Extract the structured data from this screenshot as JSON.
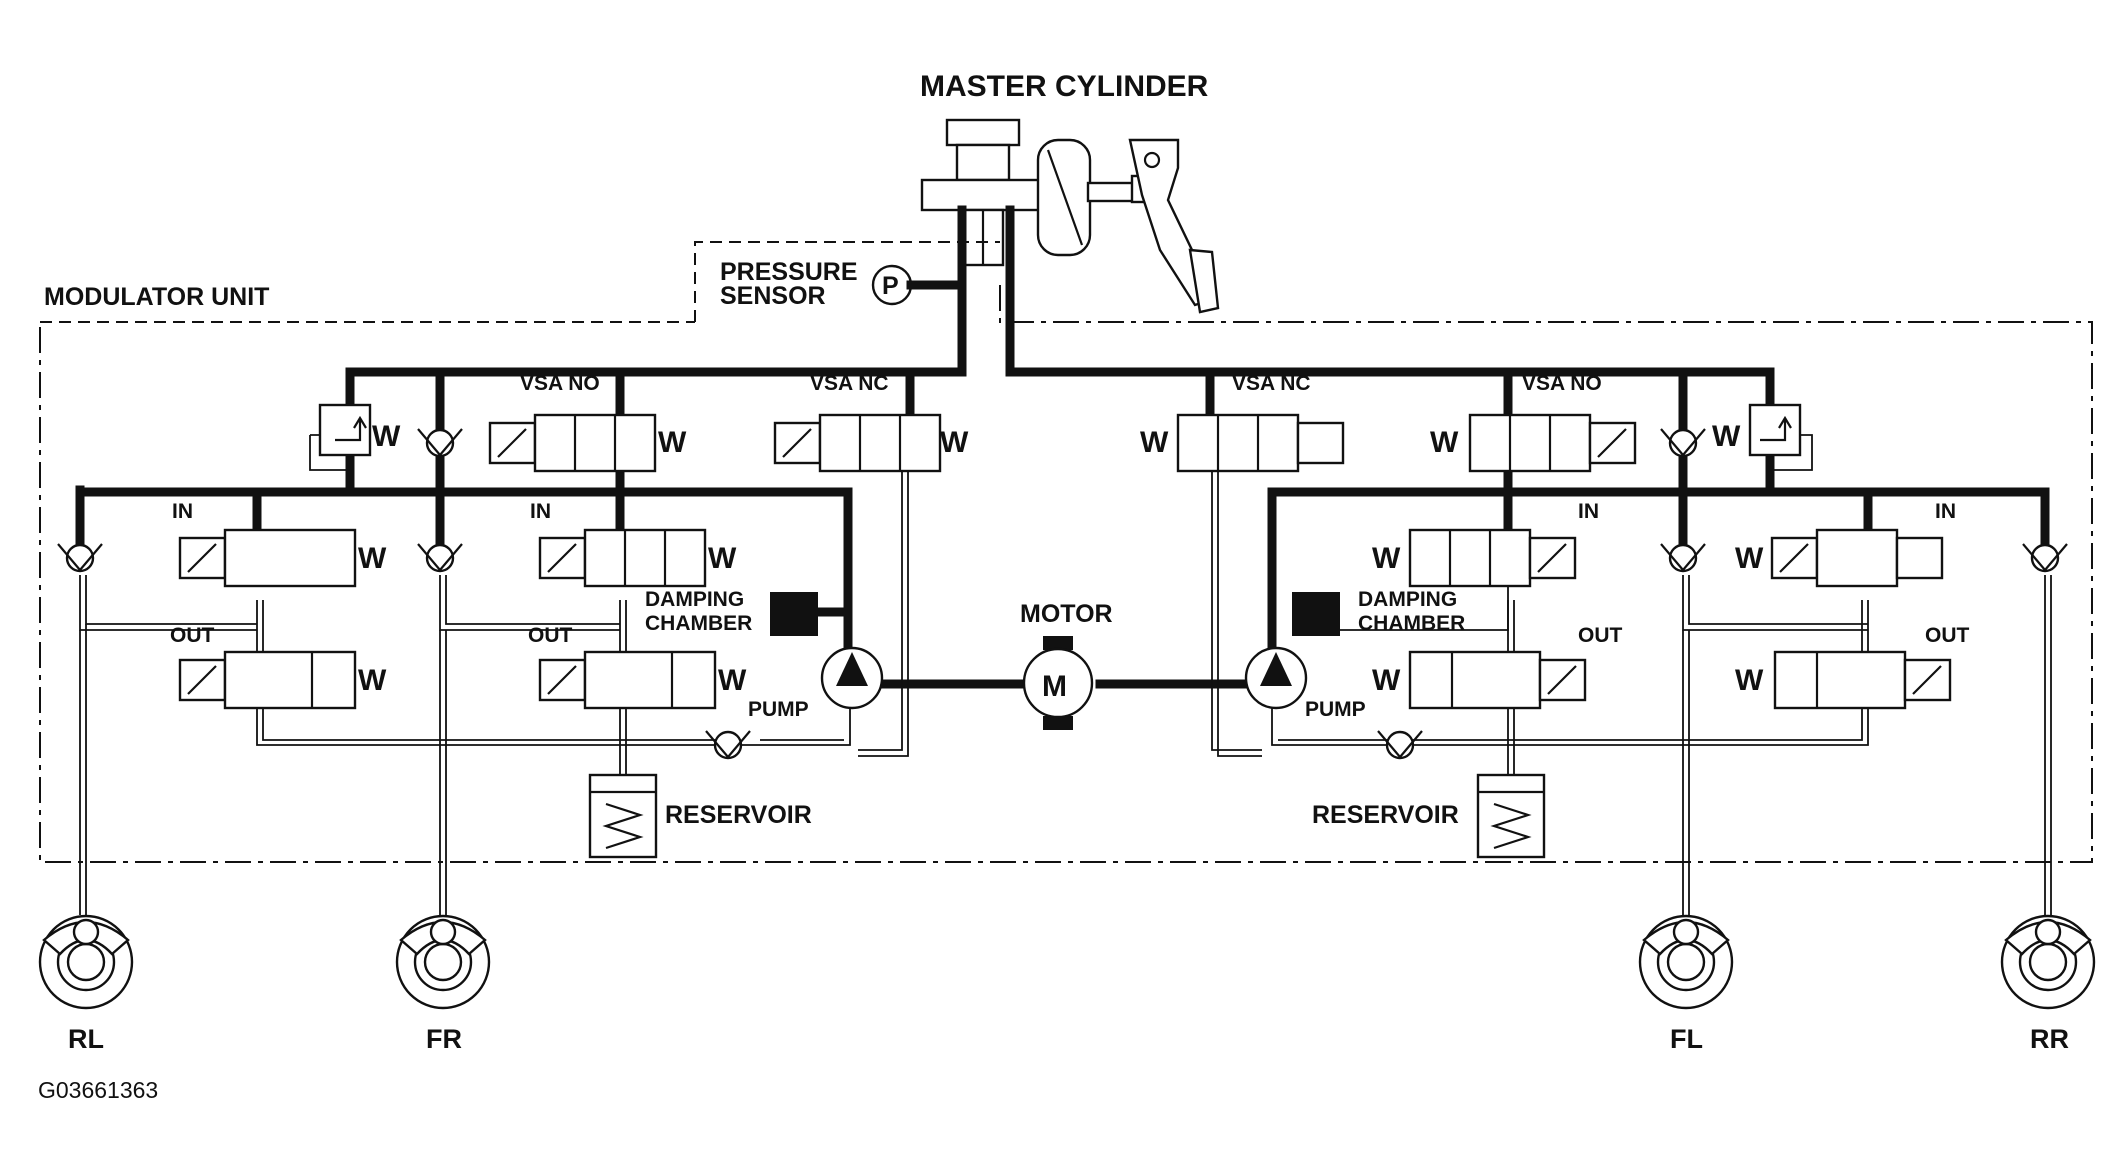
{
  "title": "MASTER CYLINDER",
  "labels": {
    "modulator_unit": "MODULATOR UNIT",
    "pressure_line1": "PRESSURE",
    "pressure_line2": "SENSOR",
    "pressure_symbol": "P",
    "motor": "MOTOR",
    "motor_symbol": "M",
    "vsa_no": "VSA NO",
    "vsa_nc": "VSA NC",
    "in": "IN",
    "out": "OUT",
    "damping_line1": "DAMPING",
    "damping_line2": "CHAMBER",
    "pump": "PUMP",
    "reservoir": "RESERVOIR"
  },
  "wheels": [
    "RL",
    "FR",
    "FL",
    "RR"
  ],
  "figure_id": "G03661363",
  "spring_symbol": "W"
}
